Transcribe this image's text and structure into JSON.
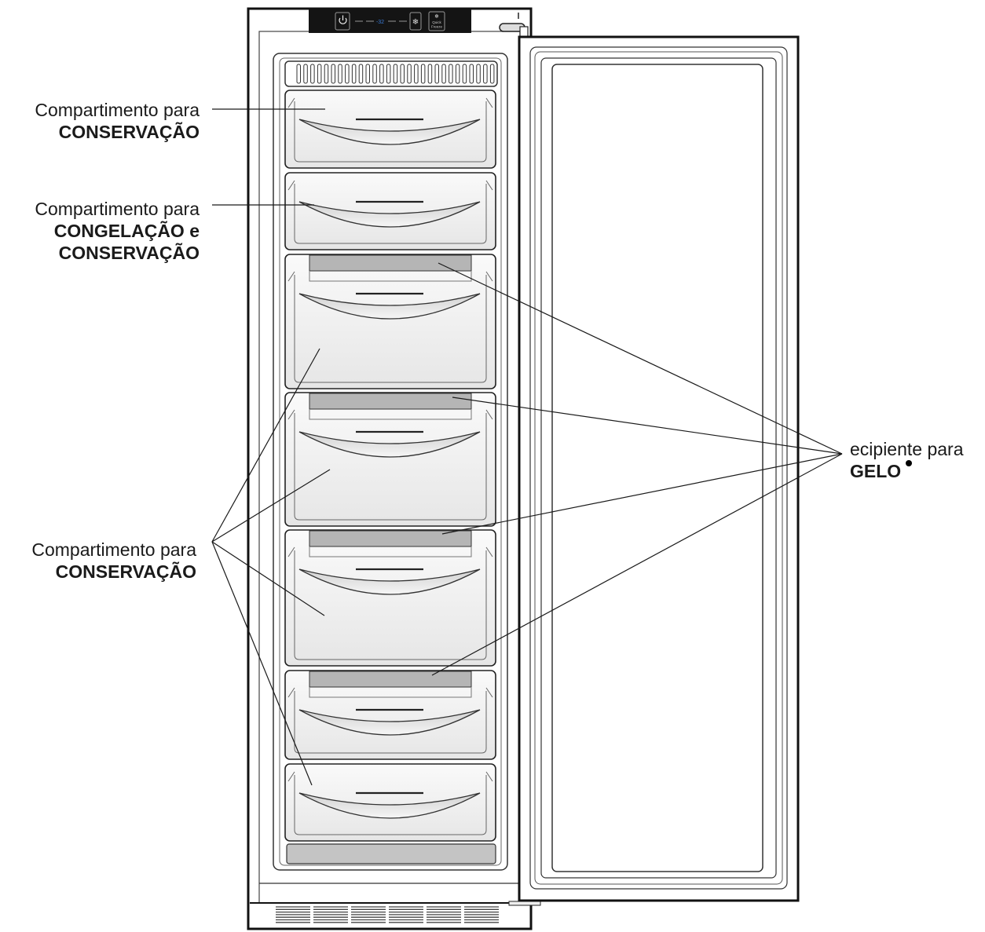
{
  "labels": {
    "storage_top": {
      "line1": "Compartimento para",
      "line2": "CONSERVAÇÃO"
    },
    "freeze_storage": {
      "line1": "Compartimento para",
      "line2": "CONGELAÇÃO e",
      "line3": "CONSERVAÇÃO"
    },
    "storage_lower": {
      "line1": "Compartimento para",
      "line2": "CONSERVAÇÃO"
    },
    "ice_container": {
      "line1": "ecipiente para",
      "line2": "GELO"
    }
  },
  "control_panel": {
    "display_value": "-32",
    "quick_freeze_line1": "Quick",
    "quick_freeze_line2": "Freeze"
  },
  "icons": [
    "power-icon",
    "snowflake-icon",
    "quick-freeze-icon",
    "bullet-dot-icon"
  ],
  "colors": {
    "line": "#1a1a1a",
    "drawer_fill": "#f2f2f2",
    "tray_fill": "#b5b5b5",
    "panel": "#141414",
    "display_blue": "#3a7bd5"
  }
}
